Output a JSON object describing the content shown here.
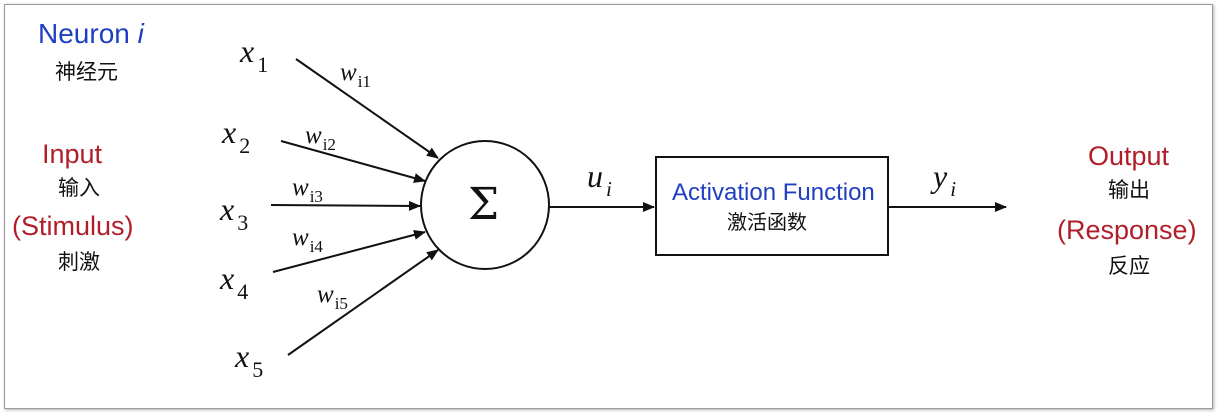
{
  "neuron": {
    "label": "Neuron",
    "index": "i",
    "cn": "神经元"
  },
  "input": {
    "label": "Input",
    "cn": "输入",
    "stimulus": "(Stimulus)",
    "stimulus_cn": "刺激"
  },
  "output": {
    "label": "Output",
    "cn": "输出",
    "response": "(Response)",
    "response_cn": "反应"
  },
  "inputs": [
    {
      "var": "x",
      "sub": "1",
      "weight": "w",
      "wsub": "i1"
    },
    {
      "var": "x",
      "sub": "2",
      "weight": "w",
      "wsub": "i2"
    },
    {
      "var": "x",
      "sub": "3",
      "weight": "w",
      "wsub": "i3"
    },
    {
      "var": "x",
      "sub": "4",
      "weight": "w",
      "wsub": "i4"
    },
    {
      "var": "x",
      "sub": "5",
      "weight": "w",
      "wsub": "i5"
    }
  ],
  "sum_symbol": "Σ",
  "u": {
    "var": "u",
    "sub": "i"
  },
  "y": {
    "var": "y",
    "sub": "i"
  },
  "activation": {
    "title": "Activation Function",
    "cn": "激活函数"
  },
  "colors": {
    "blue": "#1f3fc0",
    "red": "#b01e2a",
    "line": "#111111"
  }
}
